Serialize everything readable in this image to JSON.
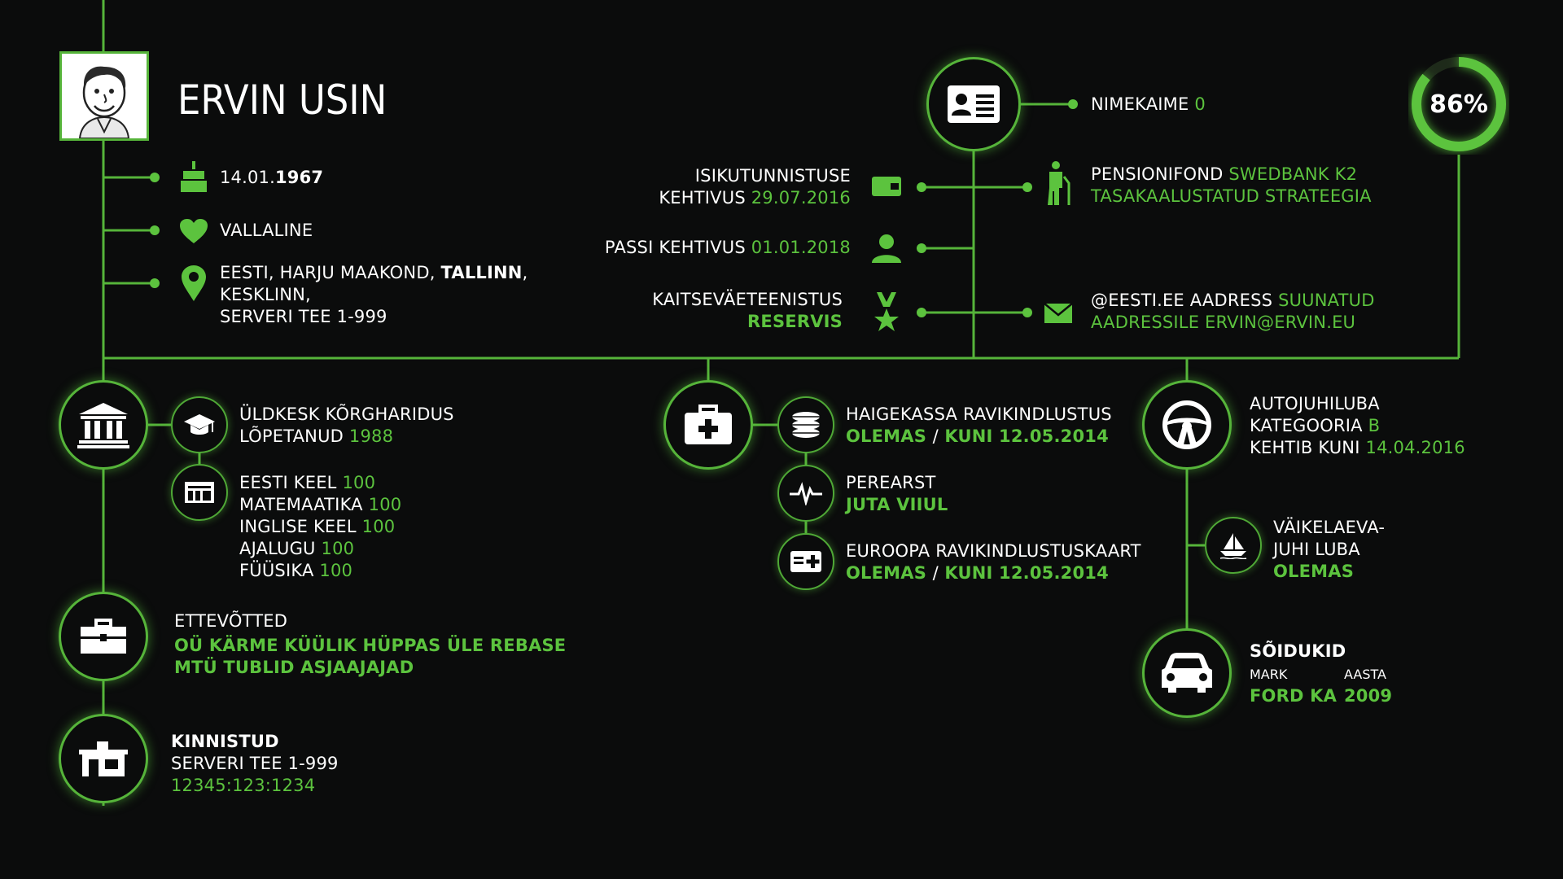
{
  "person": {
    "name": "ERVIN USIN"
  },
  "personal": {
    "birth_day": "14.01.",
    "birth_year": "1967",
    "status": "VALLALINE",
    "address_1_pre": "EESTI, HARJU MAAKOND,",
    "address_1_city": "TALLINN",
    "address_1_post": ",",
    "address_2": "KESKLINN,",
    "address_3": "SERVERI TEE 1-999"
  },
  "documents": {
    "namelist_label": "NIMEKAIME",
    "namelist_value": "0",
    "id_label_1": "ISIKUTUNNISTUSE",
    "id_label_2": "KEHTIVUS",
    "id_value": "29.07.2016",
    "pension_label": "PENSIONIFOND",
    "pension_value_1": "SWEDBANK K2",
    "pension_value_2": "TASAKAALUSTATUD STRATEEGIA",
    "passport_label": "PASSI KEHTIVUS",
    "passport_value": "01.01.2018",
    "defense_label": "KAITSEVÄETEENISTUS",
    "defense_value": "RESERVIS",
    "email_label": "@EESTI.EE AADRESS",
    "email_value_1": "SUUNATUD",
    "email_value_2": "AADRESSILE ERVIN@ERVIN.EU"
  },
  "progress": {
    "label": "86%",
    "value": 86
  },
  "education": {
    "title_1": "ÜLDKESK KÕRGHARIDUS",
    "title_2_label": "LÕPETANUD",
    "title_2_value": "1988",
    "exams": [
      {
        "subject": "EESTI KEEL",
        "score": "100"
      },
      {
        "subject": "MATEMAATIKA",
        "score": "100"
      },
      {
        "subject": "INGLISE KEEL",
        "score": "100"
      },
      {
        "subject": "AJALUGU",
        "score": "100"
      },
      {
        "subject": "FÜÜSIKA",
        "score": "100"
      }
    ]
  },
  "companies": {
    "label": "ETTEVÕTTED",
    "items": [
      "OÜ KÄRME KÜÜLIK HÜPPAS ÜLE REBASE",
      "MTÜ TUBLID ASJAAJAJAD"
    ]
  },
  "property": {
    "label": "KINNISTUD",
    "address": "SERVERI TEE 1-999",
    "cadastre": "12345:123:1234"
  },
  "health": {
    "insurance_label": "HAIGEKASSA RAVIKINDLUSTUS",
    "insurance_status": "OLEMAS",
    "separator": "/",
    "insurance_until": "KUNI 12.05.2014",
    "doctor_label": "PEREARST",
    "doctor_name": "JUTA VIIUL",
    "eu_card_label": "EUROOPA RAVIKINDLUSTUSKAART",
    "eu_card_status": "OLEMAS",
    "eu_card_until": "KUNI 12.05.2014"
  },
  "driving": {
    "license_label": "AUTOJUHILUBA",
    "category_label": "KATEGOORIA",
    "category_value": "B",
    "valid_label": "KEHTIB KUNI",
    "valid_value": "14.04.2016",
    "boat_label_1": "VÄIKELAEVA-",
    "boat_label_2": "JUHI LUBA",
    "boat_value": "OLEMAS",
    "vehicles_label": "SÕIDUKID",
    "make_header": "MARK",
    "year_header": "AASTA",
    "make_value": "FORD KA",
    "year_value": "2009"
  },
  "icons": [
    "avatar",
    "birthday-cake-icon",
    "heart-icon",
    "location-pin-icon",
    "id-card-icon",
    "wallet-icon",
    "person-icon",
    "medal-icon",
    "pensioner-icon",
    "envelope-icon",
    "bank-icon",
    "graduation-cap-icon",
    "certificate-icon",
    "briefcase-icon",
    "house-icon",
    "medkit-icon",
    "coins-icon",
    "heartbeat-icon",
    "health-card-icon",
    "steering-wheel-icon",
    "sailboat-icon",
    "car-icon"
  ],
  "colors": {
    "background": "#0b0c0c",
    "accent": "#5cc33e",
    "line": "#56b43a",
    "text": "#ffffff"
  }
}
